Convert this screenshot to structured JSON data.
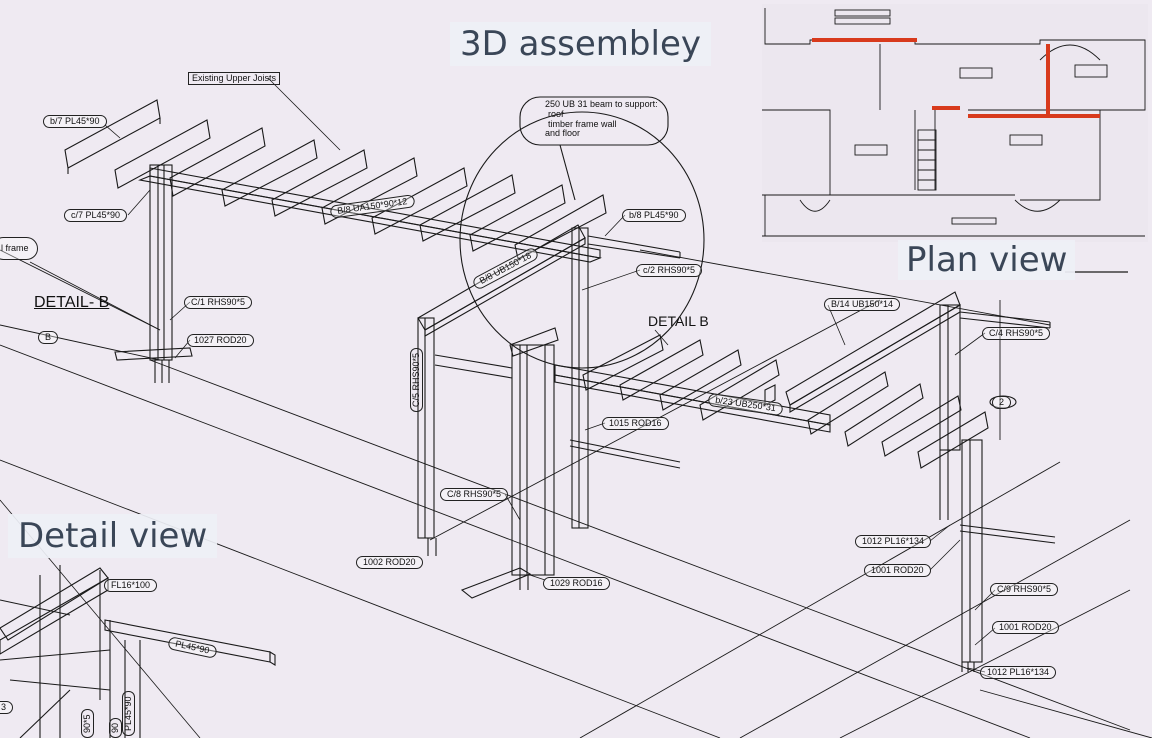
{
  "headings": {
    "assembly": "3D assembley",
    "plan": "Plan view",
    "detail": "Detail view"
  },
  "callouts": {
    "existing_joists": "Existing Upper  Joists",
    "beam_note_line1": "250 UB 31 beam to support:",
    "beam_note_line2": "roof",
    "beam_note_line3": "timber frame wall",
    "beam_note_line4": "and floor",
    "frame_note": "l frame"
  },
  "detail_markers": {
    "left": "DETAIL-  B",
    "center": "DETAIL  B",
    "grid_b": "B",
    "grid_2": "2"
  },
  "member_tags": {
    "b7": "b/7 PL45*90",
    "c7": "c/7 PL45*90",
    "b8_ua": "B/8 UA150*90*12",
    "b8_ub": "B/8 UB150*18",
    "b8_pl": "b/8 PL45*90",
    "c2": "c/2 RHS90*5",
    "c1": "C/1 RHS90*5",
    "rod1027": "1027 ROD20",
    "c5": "C/5 RHS90*5",
    "b14": "B/14 UB150*14",
    "c4": "C/4 RHS90*5",
    "b23": "b/23 UB250*31",
    "rod1015": "1015 ROD16",
    "c8": "C/8 RHS90*5",
    "rod1002": "1002 ROD20",
    "rod1029": "1029 ROD16",
    "pl1012a": "1012 PL16*134",
    "rod1001a": "1001 ROD20",
    "c9": "C/9 RHS90*5",
    "rod1001b": "1001 ROD20",
    "pl1012b": "1012 PL16*134",
    "fl16": "FL16*100",
    "pl45_detail": "PL45*90",
    "detail_v1": "90*5",
    "detail_v2": "90",
    "detail_v3": "PL45*90",
    "detail_left": "3"
  },
  "colors": {
    "background": "#efeaf2",
    "line": "#1a1a1a",
    "plan_highlight": "#d83a1c",
    "heading_text": "#3a4657"
  }
}
